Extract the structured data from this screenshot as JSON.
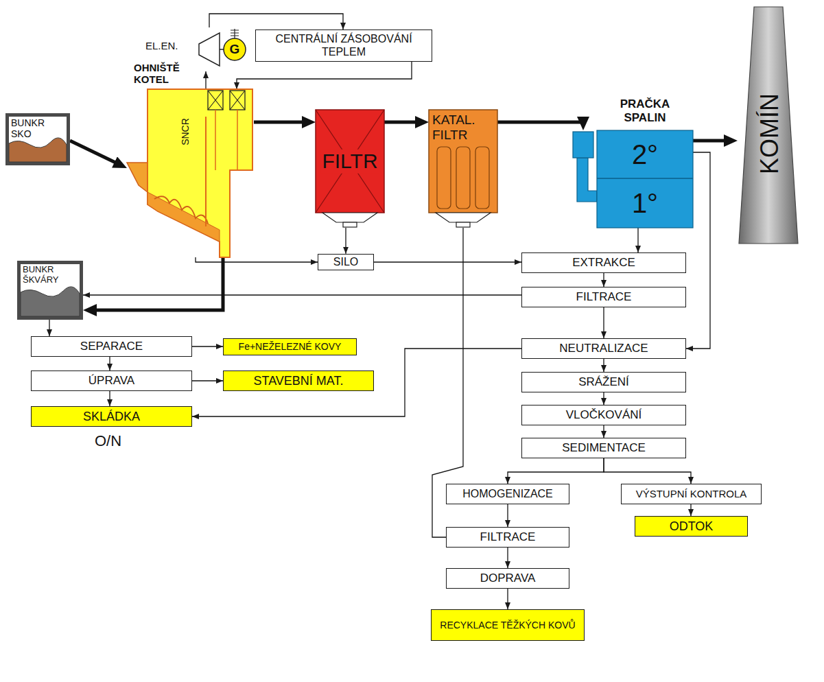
{
  "diagram": {
    "nodes": [
      {
        "text": [
          "BUNKR SKO"
        ]
      },
      {
        "text": [
          "OHNIŠTĚ KOTEL",
          "SNCR"
        ]
      },
      {
        "text": [
          "G"
        ]
      },
      {
        "text": [
          "CENTRÁLNÍ ZÁSOBOVÁNÍ TEPLEM"
        ]
      },
      {
        "text": [
          "FILTR"
        ]
      },
      {
        "text": [
          "KATAL. FILTR"
        ]
      },
      {
        "text": [
          "PRAČKA SPALIN",
          "2°",
          "1°"
        ]
      },
      {
        "text": [
          "KOMÍN"
        ]
      },
      {
        "text": [
          "BUNKR ŠKVÁRY"
        ]
      },
      {
        "text": [
          "SILO"
        ]
      },
      {
        "text": [
          "EXTRAKCE"
        ]
      },
      {
        "text": [
          "FILTRACE"
        ]
      },
      {
        "text": [
          "NEUTRALIZACE"
        ]
      },
      {
        "text": [
          "SEPARACE"
        ]
      },
      {
        "text": [
          "Fe+NEŽELEZNÉ KOVY"
        ]
      },
      {
        "text": [
          "ÚPRAVA"
        ]
      },
      {
        "text": [
          "STAVEBNÍ MAT."
        ]
      },
      {
        "text": [
          "SKLÁDKA"
        ]
      },
      {
        "text": [
          "SRÁŽENÍ"
        ]
      },
      {
        "text": [
          "VLOČKOVÁNÍ"
        ]
      },
      {
        "text": [
          "SEDIMENTACE"
        ]
      },
      {
        "text": [
          "HOMOGENIZACE"
        ]
      },
      {
        "text": [
          "VÝSTUPNÍ KONTROLA"
        ]
      },
      {
        "text": [
          "FILTRACE"
        ]
      },
      {
        "text": [
          "ODTOK"
        ]
      },
      {
        "text": [
          "DOPRAVA"
        ]
      },
      {
        "text": [
          "RECYKLACE TĚŽKÝCH KOVŮ"
        ]
      }
    ],
    "edges": [
      {
        "from": 0,
        "to": 1,
        "arrow": "to"
      },
      {
        "from": 1,
        "to": 2,
        "arrow": "to"
      },
      {
        "from": 2,
        "to": 3,
        "arrow": "to"
      },
      {
        "from": 3,
        "to": 1,
        "arrow": "to"
      },
      {
        "from": 1,
        "to": 4,
        "arrow": "to"
      },
      {
        "from": 4,
        "to": 5,
        "arrow": "to"
      },
      {
        "from": 5,
        "to": 6,
        "arrow": "to"
      },
      {
        "from": 6,
        "to": 7,
        "arrow": "to"
      },
      {
        "from": 1,
        "to": 8,
        "arrow": "to"
      },
      {
        "from": 1,
        "to": 9,
        "arrow": "to"
      },
      {
        "from": 4,
        "to": 9,
        "arrow": "to"
      },
      {
        "from": 9,
        "to": 10,
        "arrow": "to"
      },
      {
        "from": 6,
        "to": 10,
        "arrow": "to"
      },
      {
        "from": 10,
        "to": 11,
        "arrow": "to"
      },
      {
        "from": 11,
        "to": 8,
        "arrow": "to"
      },
      {
        "from": 11,
        "to": 12,
        "arrow": "to"
      },
      {
        "from": 6,
        "to": 12,
        "arrow": "to"
      },
      {
        "from": 12,
        "to": 17,
        "arrow": "to"
      },
      {
        "from": 12,
        "to": 18,
        "arrow": "to"
      },
      {
        "from": 18,
        "to": 19,
        "arrow": "to"
      },
      {
        "from": 19,
        "to": 20,
        "arrow": "to"
      },
      {
        "from": 20,
        "to": 21,
        "arrow": "to"
      },
      {
        "from": 20,
        "to": 22,
        "arrow": "to"
      },
      {
        "from": 21,
        "to": 23,
        "arrow": "to"
      },
      {
        "from": 23,
        "to": 25,
        "arrow": "to"
      },
      {
        "from": 25,
        "to": 26,
        "arrow": "to"
      },
      {
        "from": 22,
        "to": 24,
        "arrow": "to"
      },
      {
        "from": 5,
        "to": 23,
        "arrow": "none"
      },
      {
        "from": 8,
        "to": 13,
        "arrow": "to"
      },
      {
        "from": 13,
        "to": 14,
        "arrow": "to"
      },
      {
        "from": 13,
        "to": 15,
        "arrow": "to"
      },
      {
        "from": 15,
        "to": 16,
        "arrow": "to"
      },
      {
        "from": 15,
        "to": 17,
        "arrow": "to"
      }
    ],
    "labels": [
      "EL.EN.",
      "O/N"
    ]
  }
}
